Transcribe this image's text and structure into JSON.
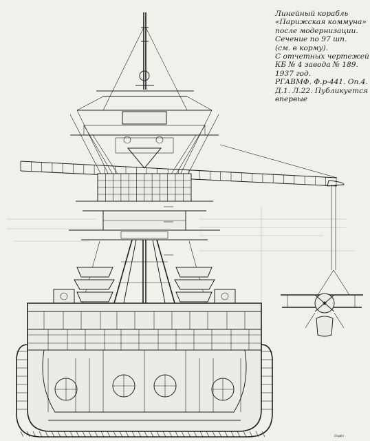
{
  "caption": {
    "lines": [
      "Линейный корабль",
      "«Парижская коммуна»",
      "после модернизации.",
      "Сечение по 97 шп.",
      "(см. в корму).",
      "С отчетных чертежей",
      "КБ № 4 завода № 189.",
      "1937 год.",
      "РГАВМФ. Ф.р-441. Оп.4.",
      "Д.1. Л.22. Публикуется",
      "впервые"
    ]
  },
  "drawing": {
    "signature": "Олдбл"
  },
  "colors": {
    "paper": "#f2f0ea",
    "ink": "#1f1f1f"
  }
}
